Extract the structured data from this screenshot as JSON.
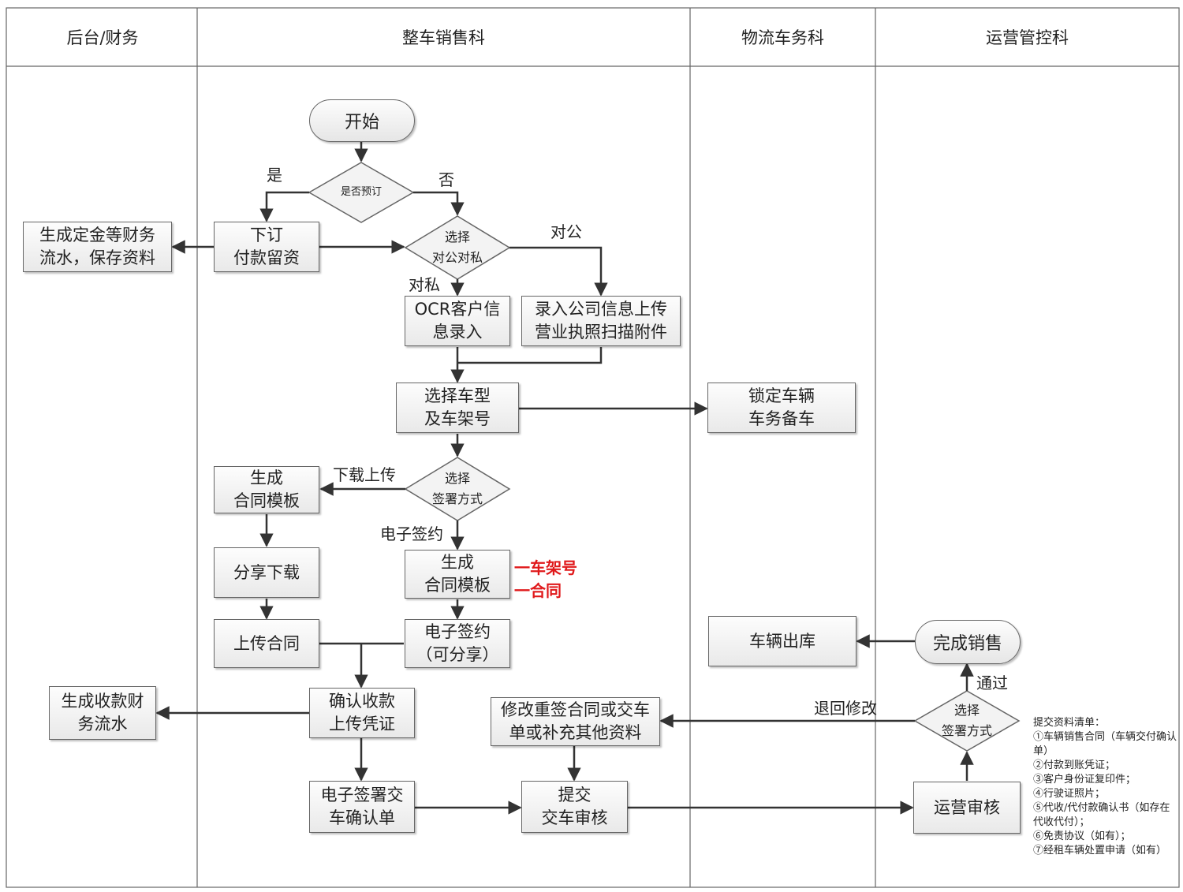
{
  "lanes": [
    {
      "id": "finance",
      "title": "后台/财务"
    },
    {
      "id": "sales",
      "title": "整车销售科"
    },
    {
      "id": "logistics",
      "title": "物流车务科"
    },
    {
      "id": "ops",
      "title": "运营管控科"
    }
  ],
  "nodes": {
    "start": "开始",
    "is_reserved": "是否预订",
    "place_order": "下订\n付款留资",
    "deposit_flow": "生成定金等财务\n流水，保存资料",
    "choose_corp_private": "选择\n对公对私",
    "ocr_entry": "OCR客户信\n息录入",
    "company_entry": "录入公司信息上传\n营业执照扫描附件",
    "choose_model": "选择车型\n及车架号",
    "lock_vehicle": "锁定车辆\n车务备车",
    "choose_sign_method": "选择\n签署方式",
    "gen_contract_left": "生成\n合同模板",
    "share_download": "分享下载",
    "upload_contract": "上传合同",
    "gen_contract_right": "生成\n合同模板",
    "e_sign": "电子签约\n（可分享）",
    "confirm_payment": "确认收款\n上传凭证",
    "payment_flow": "生成收款财\n务流水",
    "e_sign_delivery": "电子签署交\n车确认单",
    "submit_review": "提交\n交车审核",
    "ops_review": "运营审核",
    "choose_sign_method_ops": "选择\n签署方式",
    "revise": "修改重签合同或交车\n单或补充其他资料",
    "complete_sale": "完成销售",
    "vehicle_out": "车辆出库"
  },
  "edge_labels": {
    "yes": "是",
    "no": "否",
    "corporate": "对公",
    "private": "对私",
    "download_upload": "下载上传",
    "e_signing": "电子签约",
    "pass": "通过",
    "return_revise": "退回修改"
  },
  "annotations": [
    "一车架号",
    "一合同"
  ],
  "colors": {
    "annotation": "#e0191b",
    "line": "#333333",
    "box_border": "#666666"
  },
  "submission_list": {
    "title": "提交资料清单：",
    "items": [
      "①车辆销售合同（车辆交付确认单）",
      "②付款到账凭证；",
      "③客户身份证复印件；",
      "④行驶证照片；",
      "⑤代收/代付款确认书（如存在代收代付）；",
      "⑥免责协议（如有）；",
      "⑦经租车辆处置申请（如有）"
    ]
  }
}
